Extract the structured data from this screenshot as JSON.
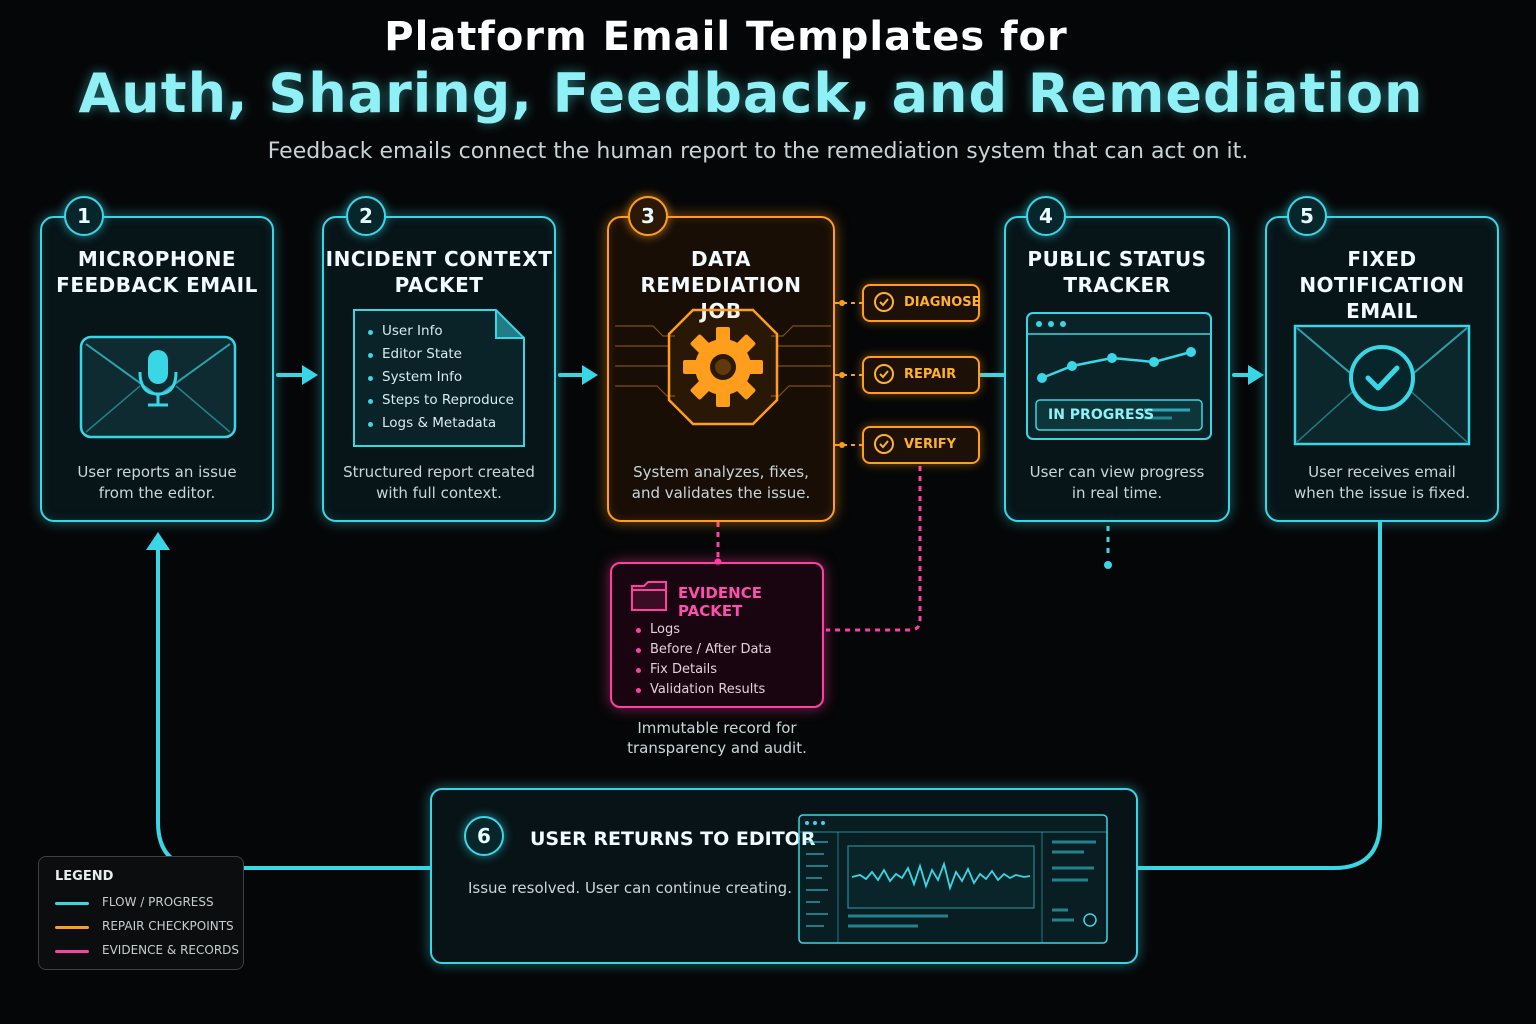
{
  "header": {
    "title_line1": "Platform Email Templates for",
    "title_line2": "Auth, Sharing, Feedback, and Remediation",
    "subtitle": "Feedback emails connect the human report to the remediation system that can act on it."
  },
  "steps": [
    {
      "number": "1",
      "title_line1": "MICROPHONE",
      "title_line2": "FEEDBACK EMAIL",
      "desc_line1": "User reports an issue",
      "desc_line2": "from the editor."
    },
    {
      "number": "2",
      "title_line1": "INCIDENT CONTEXT",
      "title_line2": "PACKET",
      "desc_line1": "Structured report created",
      "desc_line2": "with full context.",
      "items": [
        "User Info",
        "Editor State",
        "System Info",
        "Steps to Reproduce",
        "Logs & Metadata"
      ]
    },
    {
      "number": "3",
      "title_line1": "DATA REMEDIATION",
      "title_line2": "JOB",
      "desc_line1": "System analyzes, fixes,",
      "desc_line2": "and validates the issue."
    },
    {
      "number": "4",
      "title_line1": "PUBLIC STATUS",
      "title_line2": "TRACKER",
      "desc_line1": "User can view progress",
      "desc_line2": "in real time.",
      "status": "IN PROGRESS"
    },
    {
      "number": "5",
      "title_line1": "FIXED NOTIFICATION",
      "title_line2": "EMAIL",
      "desc_line1": "User receives email",
      "desc_line2": "when the issue is fixed."
    },
    {
      "number": "6",
      "title": "USER RETURNS TO EDITOR",
      "desc": "Issue resolved. User can continue creating."
    }
  ],
  "checkpoints": [
    "DIAGNOSE",
    "REPAIR",
    "VERIFY"
  ],
  "evidence": {
    "title": "EVIDENCE PACKET",
    "items": [
      "Logs",
      "Before / After Data",
      "Fix Details",
      "Validation Results"
    ],
    "desc_line1": "Immutable record for",
    "desc_line2": "transparency and audit."
  },
  "legend": {
    "title": "LEGEND",
    "entries": [
      {
        "label": "FLOW / PROGRESS",
        "color": "#39d6e6"
      },
      {
        "label": "REPAIR CHECKPOINTS",
        "color": "#ff9d1c"
      },
      {
        "label": "EVIDENCE & RECORDS",
        "color": "#ff3fa2"
      }
    ]
  },
  "colors": {
    "flow": "#39d6e6",
    "repair": "#ff9d1c",
    "evidence": "#ff3fa2"
  },
  "icons": [
    "microphone-envelope-icon",
    "document-icon",
    "gear-icon",
    "check-icon",
    "browser-chart-icon",
    "check-envelope-icon",
    "folder-icon",
    "waveform-editor-icon"
  ]
}
